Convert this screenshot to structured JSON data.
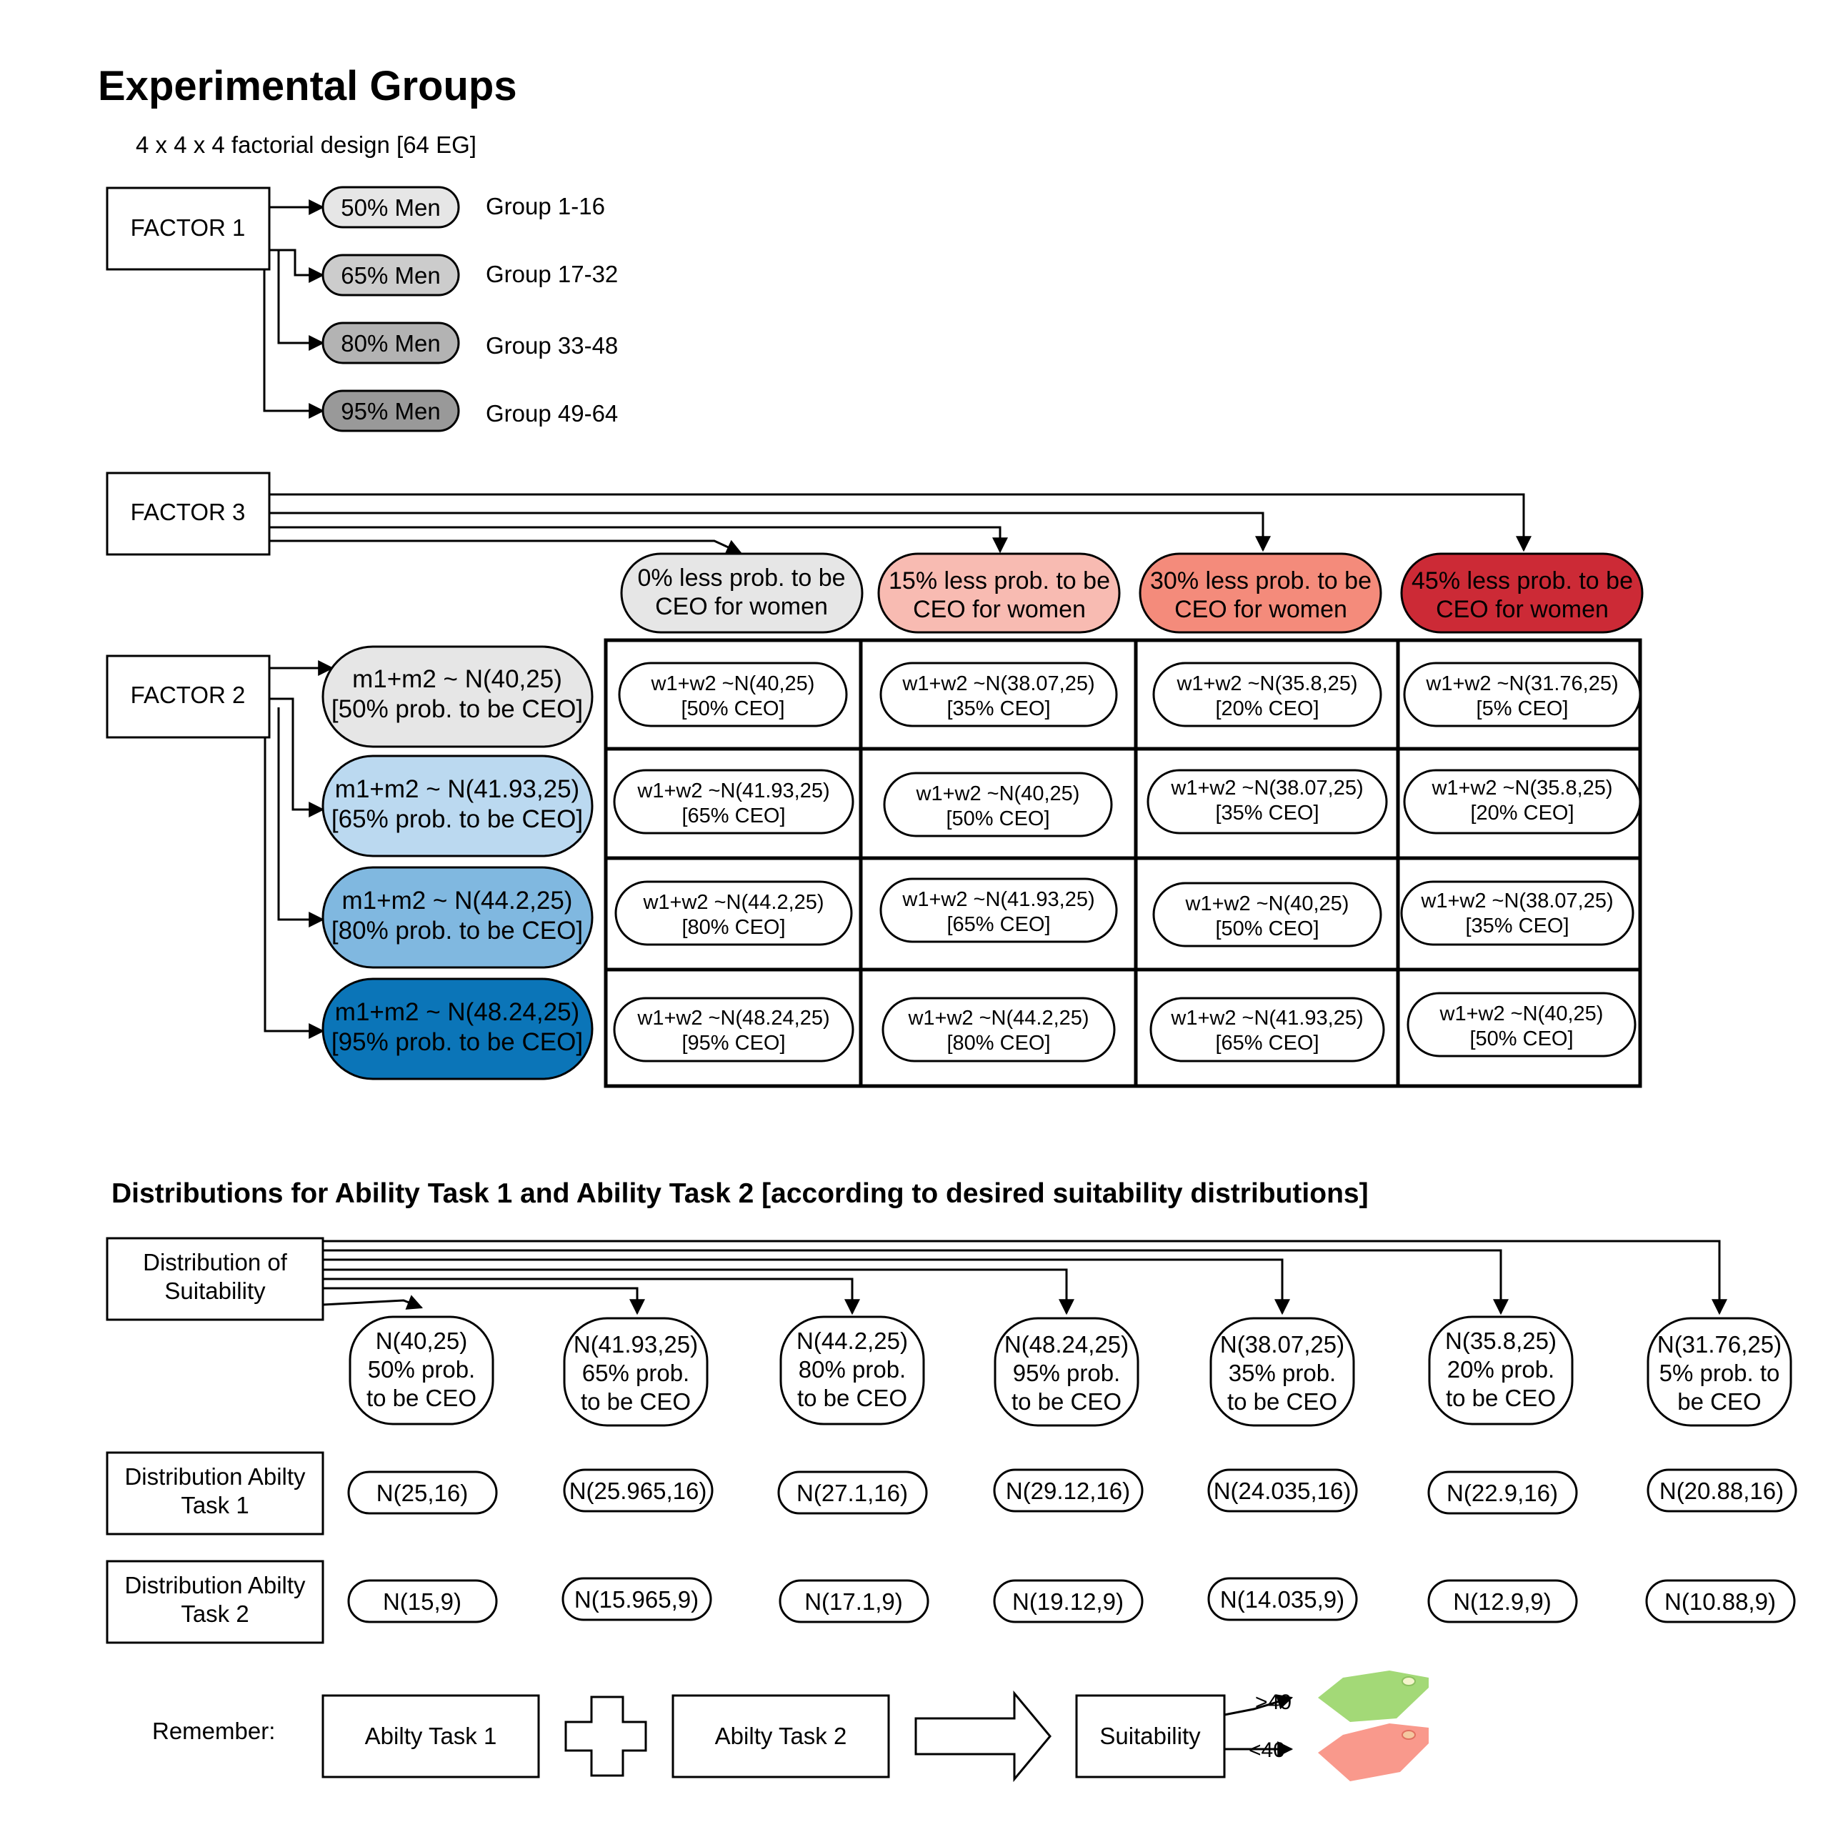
{
  "title": "Experimental Groups",
  "subtitle": "4 x 4 x 4 factorial design [64 EG]",
  "factor1": {
    "label": "FACTOR 1",
    "levels": [
      {
        "label": "50% Men",
        "group": "Group 1-16",
        "color": "#e6e6e6"
      },
      {
        "label": "65% Men",
        "group": "Group 17-32",
        "color": "#cccccc"
      },
      {
        "label": "80% Men",
        "group": "Group 33-48",
        "color": "#b3b3b3"
      },
      {
        "label": "95% Men",
        "group": "Group 49-64",
        "color": "#999999"
      }
    ]
  },
  "factor3": {
    "label": "FACTOR 3",
    "levels": [
      {
        "line1": "0% less prob. to be",
        "line2": "CEO  for women",
        "color": "#e6e6e6"
      },
      {
        "line1": "15% less prob. to be",
        "line2": "CEO  for women",
        "color": "#f8bbb2"
      },
      {
        "line1": "30% less prob. to be",
        "line2": "CEO  for women",
        "color": "#f48b7b"
      },
      {
        "line1": "45% less prob. to be",
        "line2": "CEO  for women",
        "color": "#cc2a36"
      }
    ]
  },
  "factor2": {
    "label": "FACTOR 2",
    "levels": [
      {
        "line1": "m1+m2 ~ N(40,25)",
        "line2": "[50% prob. to be CEO]",
        "color": "#e6e6e6"
      },
      {
        "line1": "m1+m2 ~ N(41.93,25)",
        "line2": "[65% prob. to be CEO]",
        "color": "#bbd9f0"
      },
      {
        "line1": "m1+m2 ~ N(44.2,25)",
        "line2": "[80% prob. to be CEO]",
        "color": "#80b8e0"
      },
      {
        "line1": "m1+m2 ~ N(48.24,25)",
        "line2": "[95% prob. to be CEO]",
        "color": "#0b75b8"
      }
    ]
  },
  "grid": [
    [
      {
        "line1": "w1+w2 ~N(40,25)",
        "line2": "[50% CEO]"
      },
      {
        "line1": "w1+w2 ~N(38.07,25)",
        "line2": "[35% CEO]"
      },
      {
        "line1": "w1+w2 ~N(35.8,25)",
        "line2": "[20% CEO]"
      },
      {
        "line1": "w1+w2 ~N(31.76,25)",
        "line2": "[5% CEO]"
      }
    ],
    [
      {
        "line1": "w1+w2 ~N(41.93,25)",
        "line2": "[65% CEO]"
      },
      {
        "line1": "w1+w2 ~N(40,25)",
        "line2": "[50% CEO]"
      },
      {
        "line1": "w1+w2 ~N(38.07,25)",
        "line2": "[35% CEO]"
      },
      {
        "line1": "w1+w2 ~N(35.8,25)",
        "line2": "[20% CEO]"
      }
    ],
    [
      {
        "line1": "w1+w2 ~N(44.2,25)",
        "line2": "[80% CEO]"
      },
      {
        "line1": "w1+w2 ~N(41.93,25)",
        "line2": "[65% CEO]"
      },
      {
        "line1": "w1+w2 ~N(40,25)",
        "line2": "[50% CEO]"
      },
      {
        "line1": "w1+w2 ~N(38.07,25)",
        "line2": "[35% CEO]"
      }
    ],
    [
      {
        "line1": "w1+w2 ~N(48.24,25)",
        "line2": "[95% CEO]"
      },
      {
        "line1": "w1+w2 ~N(44.2,25)",
        "line2": "[80% CEO]"
      },
      {
        "line1": "w1+w2 ~N(41.93,25)",
        "line2": "[65% CEO]"
      },
      {
        "line1": "w1+w2 ~N(40,25)",
        "line2": "[50% CEO]"
      }
    ]
  ],
  "section2": {
    "title": "Distributions for  Ability Task 1  and Ability Task 2 [according to desired suitability distributions]",
    "suitability_label": [
      "Distribution of",
      "Suitability"
    ],
    "task1_label": [
      "Distribution Abilty",
      "Task 1"
    ],
    "task2_label": [
      "Distribution Abilty",
      "Task 2"
    ],
    "columns": [
      {
        "lines": [
          "N(40,25)",
          "50% prob.",
          "to be CEO"
        ],
        "task1": "N(25,16)",
        "task2": "N(15,9)"
      },
      {
        "lines": [
          "N(41.93,25)",
          "65% prob.",
          "to be CEO"
        ],
        "task1": "N(25.965,16)",
        "task2": "N(15.965,9)"
      },
      {
        "lines": [
          "N(44.2,25)",
          "80% prob.",
          "to be CEO"
        ],
        "task1": "N(27.1,16)",
        "task2": "N(17.1,9)"
      },
      {
        "lines": [
          "N(48.24,25)",
          "95% prob.",
          "to be CEO"
        ],
        "task1": "N(29.12,16)",
        "task2": "N(19.12,9)"
      },
      {
        "lines": [
          "N(38.07,25)",
          "35% prob.",
          "to be CEO"
        ],
        "task1": "N(24.035,16)",
        "task2": "N(14.035,9)"
      },
      {
        "lines": [
          "N(35.8,25)",
          "20% prob.",
          "to be CEO"
        ],
        "task1": "N(22.9,16)",
        "task2": "N(12.9,9)"
      },
      {
        "lines": [
          "N(31.76,25)",
          "5% prob. to",
          "be CEO"
        ],
        "task1": "N(20.88,16)",
        "task2": "N(10.88,9)"
      }
    ]
  },
  "remember": {
    "label": "Remember:",
    "task1": "Abilty Task 1",
    "task2": "Abilty Task 2",
    "result": "Suitability",
    "above": ">40",
    "below": "<40",
    "above_color": "#a3d977",
    "below_color": "#f9998c"
  }
}
